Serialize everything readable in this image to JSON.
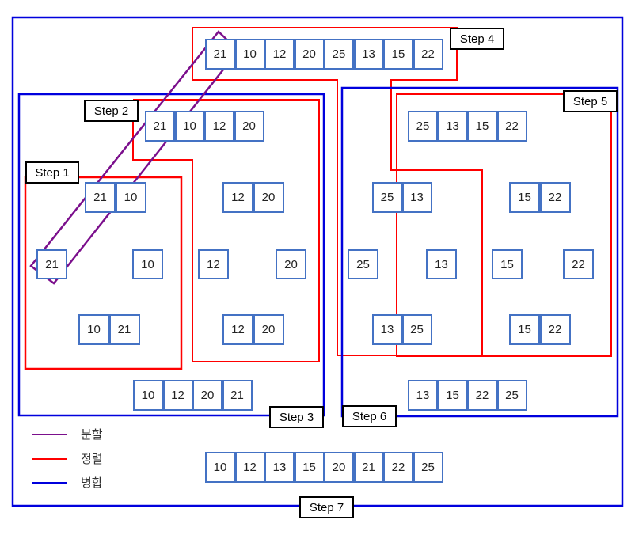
{
  "step_labels": {
    "s1": "Step 1",
    "s2": "Step 2",
    "s3": "Step 3",
    "s4": "Step 4",
    "s5": "Step 5",
    "s6": "Step 6",
    "s7": "Step 7"
  },
  "legend": {
    "split": "분할",
    "sort": "정렬",
    "merge": "병합"
  },
  "colors": {
    "split": "#7B0F8C",
    "sort": "#FF0000",
    "merge": "#0000DD",
    "cell_border": "#4472C4"
  },
  "arrays": {
    "top": [
      "21",
      "10",
      "12",
      "20",
      "25",
      "13",
      "15",
      "22"
    ],
    "left_half": [
      "21",
      "10",
      "12",
      "20"
    ],
    "right_half": [
      "25",
      "13",
      "15",
      "22"
    ],
    "ll": [
      "21",
      "10"
    ],
    "lr": [
      "12",
      "20"
    ],
    "rl": [
      "25",
      "13"
    ],
    "rr": [
      "15",
      "22"
    ],
    "single_a": "21",
    "single_b": "10",
    "single_c": "12",
    "single_d": "20",
    "single_e": "25",
    "single_f": "13",
    "single_g": "15",
    "single_h": "22",
    "ll_sorted": [
      "10",
      "21"
    ],
    "lr_sorted": [
      "12",
      "20"
    ],
    "rl_sorted": [
      "13",
      "25"
    ],
    "rr_sorted": [
      "15",
      "22"
    ],
    "left_merged": [
      "10",
      "12",
      "20",
      "21"
    ],
    "right_merged": [
      "13",
      "15",
      "22",
      "25"
    ],
    "final": [
      "10",
      "12",
      "13",
      "15",
      "20",
      "21",
      "22",
      "25"
    ]
  }
}
